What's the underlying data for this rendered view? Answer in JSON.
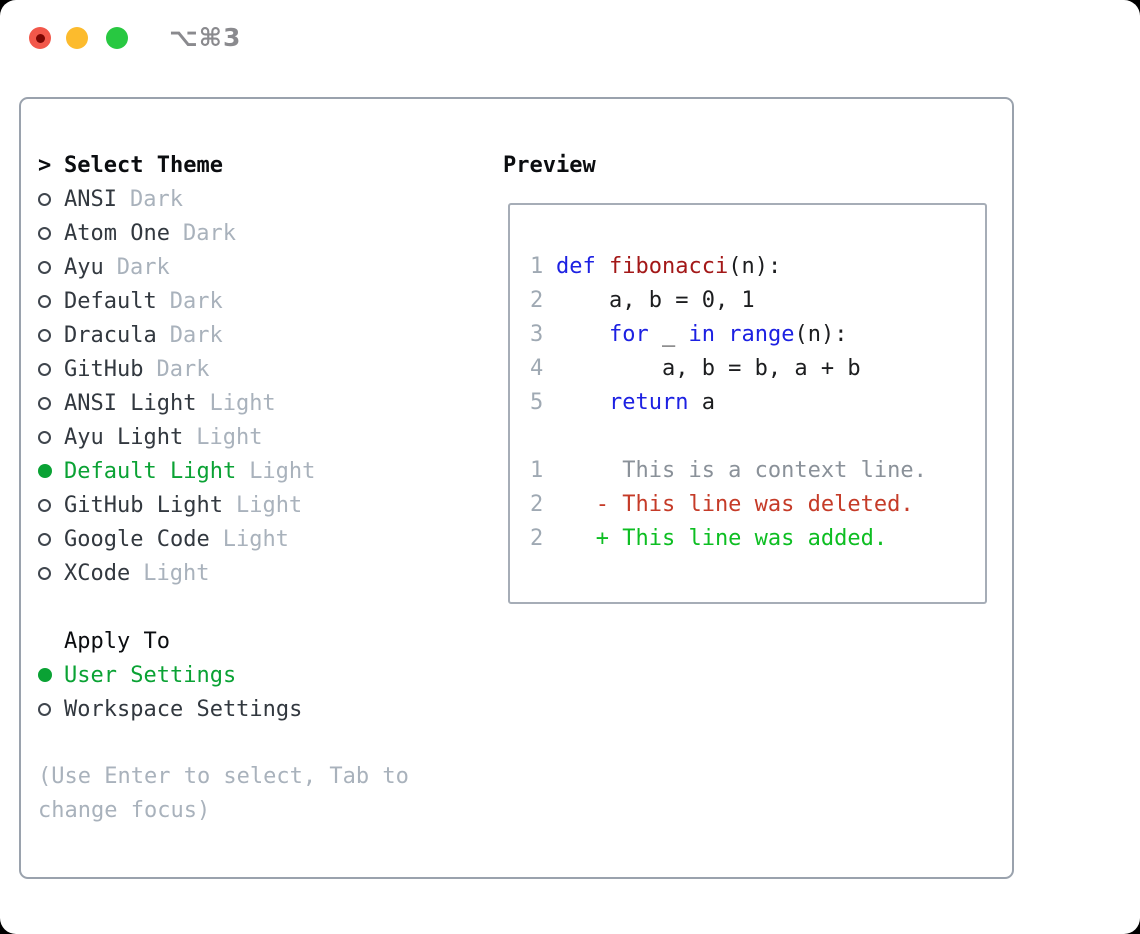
{
  "window": {
    "shortcut_label": "⌥⌘3"
  },
  "theme_picker": {
    "header_prefix": ">",
    "header_label": "Select Theme",
    "themes": [
      {
        "name": "ANSI",
        "variant": "Dark",
        "selected": false
      },
      {
        "name": "Atom One",
        "variant": "Dark",
        "selected": false
      },
      {
        "name": "Ayu",
        "variant": "Dark",
        "selected": false
      },
      {
        "name": "Default",
        "variant": "Dark",
        "selected": false
      },
      {
        "name": "Dracula",
        "variant": "Dark",
        "selected": false
      },
      {
        "name": "GitHub",
        "variant": "Dark",
        "selected": false
      },
      {
        "name": "ANSI Light",
        "variant": "Light",
        "selected": false
      },
      {
        "name": "Ayu Light",
        "variant": "Light",
        "selected": false
      },
      {
        "name": "Default Light",
        "variant": "Light",
        "selected": true
      },
      {
        "name": "GitHub Light",
        "variant": "Light",
        "selected": false
      },
      {
        "name": "Google Code",
        "variant": "Light",
        "selected": false
      },
      {
        "name": "XCode",
        "variant": "Light",
        "selected": false
      }
    ],
    "apply_to_label": "Apply To",
    "apply_options": [
      {
        "name": "User Settings",
        "selected": true
      },
      {
        "name": "Workspace Settings",
        "selected": false
      }
    ],
    "hint_lines": [
      "(Use Enter to select, Tab to",
      "change focus)"
    ]
  },
  "preview": {
    "title": "Preview",
    "code_lines": [
      {
        "num": "1",
        "tokens": [
          [
            "kw",
            "def"
          ],
          [
            "pl",
            " "
          ],
          [
            "fn",
            "fibonacci"
          ],
          [
            "pl",
            "(n):"
          ]
        ]
      },
      {
        "num": "2",
        "tokens": [
          [
            "pl",
            "    a, b = 0, 1"
          ]
        ]
      },
      {
        "num": "3",
        "tokens": [
          [
            "pl",
            "    "
          ],
          [
            "kw",
            "for"
          ],
          [
            "pl",
            " _ "
          ],
          [
            "kw",
            "in"
          ],
          [
            "pl",
            " "
          ],
          [
            "kw",
            "range"
          ],
          [
            "pl",
            "(n):"
          ]
        ]
      },
      {
        "num": "4",
        "tokens": [
          [
            "pl",
            "        a, b = b, a + b"
          ]
        ]
      },
      {
        "num": "5",
        "tokens": [
          [
            "pl",
            "    "
          ],
          [
            "kw",
            "return"
          ],
          [
            "pl",
            " a"
          ]
        ]
      },
      {
        "num": "",
        "tokens": []
      },
      {
        "num": "1",
        "tokens": [
          [
            "ctx",
            "     This is a context line."
          ]
        ]
      },
      {
        "num": "2",
        "tokens": [
          [
            "del",
            "   - This line was deleted."
          ]
        ]
      },
      {
        "num": "2",
        "tokens": [
          [
            "add",
            "   + This line was added."
          ]
        ]
      }
    ]
  },
  "colors": {
    "accent_green": "#0aa234",
    "diff_add": "#0dbe22",
    "diff_del": "#c53b28",
    "kw_blue": "#1d21e2",
    "fn_red": "#a31818",
    "code_black": "#1c1d1f",
    "line_num": "#9fa9b3",
    "ctx_gray": "#8a9199",
    "text_dark": "#32383f",
    "gray_muted": "#a9b2bc",
    "header_black": "#0b0d10",
    "border_gray": "#9aa2ad",
    "box_border": "#a6adb7",
    "traffic_red": "#f2574a",
    "traffic_red_dot": "#7b0603",
    "traffic_yellow": "#fcbb2d",
    "traffic_green": "#28c841",
    "shortcut_gray": "#8a8a8e"
  }
}
